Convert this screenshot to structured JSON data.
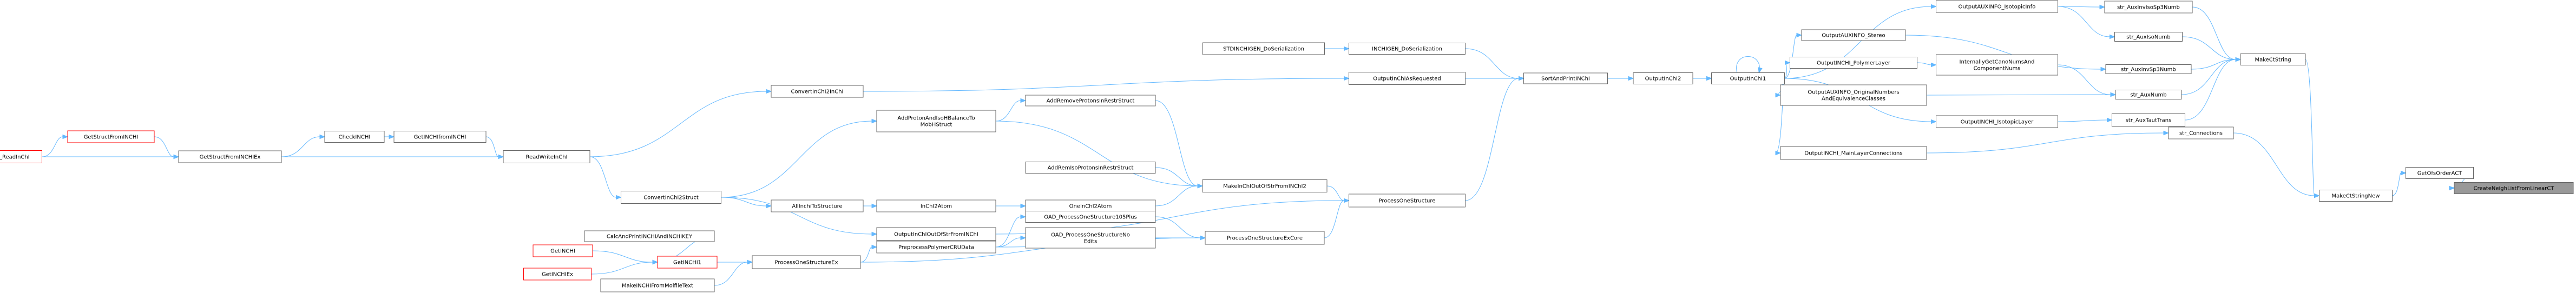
{
  "nodes": [
    {
      "id": "root",
      "label": [
        "CreateNeighListFromLinearCT"
      ],
      "style": "root"
    },
    {
      "id": "getOrder",
      "label": [
        "GetOfsOrderACT"
      ]
    },
    {
      "id": "makeCtStringNew",
      "label": [
        "MakeCtStringNew"
      ]
    },
    {
      "id": "makeCtString",
      "label": [
        "MakeCtString"
      ]
    },
    {
      "id": "strConnections",
      "label": [
        "str_Connections"
      ]
    },
    {
      "id": "strAuxTautTrans",
      "label": [
        "str_AuxTautTrans"
      ]
    },
    {
      "id": "strAuxNumb",
      "label": [
        "str_AuxNumb"
      ]
    },
    {
      "id": "strAuxInvSp3Numb",
      "label": [
        "str_AuxInvSp3Numb"
      ]
    },
    {
      "id": "strAuxIsoNumb",
      "label": [
        "str_AuxIsoNumb"
      ]
    },
    {
      "id": "strAuxInvIsoSp3Numb",
      "label": [
        "str_AuxInvIsoSp3Numb"
      ]
    },
    {
      "id": "outAuxIsotopic",
      "label": [
        "OutputAUXINFO_IsotopicInfo"
      ]
    },
    {
      "id": "outAuxStereo",
      "label": [
        "OutputAUXINFO_Stereo"
      ]
    },
    {
      "id": "internallyGet",
      "label": [
        "InternallyGetCanoNumsAnd",
        "ComponentNums"
      ]
    },
    {
      "id": "outPolymerLayer",
      "label": [
        "OutputINCHI_PolymerLayer"
      ]
    },
    {
      "id": "outAuxOrig",
      "label": [
        "OutputAUXINFO_OriginalNumbers",
        "AndEquivalenceClasses"
      ]
    },
    {
      "id": "outIsotopicLayer",
      "label": [
        "OutputINCHI_IsotopicLayer"
      ]
    },
    {
      "id": "outMainLayer",
      "label": [
        "OutputINCHI_MainLayerConnections"
      ]
    },
    {
      "id": "outInChI1",
      "label": [
        "OutputInChI1"
      ]
    },
    {
      "id": "outInChI2",
      "label": [
        "OutputInChI2"
      ]
    },
    {
      "id": "sortAndPrint",
      "label": [
        "SortAndPrintINChI"
      ]
    },
    {
      "id": "stdSerialization",
      "label": [
        "STDINCHIGEN_DoSerialization"
      ]
    },
    {
      "id": "inchigenSerialization",
      "label": [
        "INCHIGEN_DoSerialization"
      ]
    },
    {
      "id": "outInChIAsRequested",
      "label": [
        "OutputInChIAsRequested"
      ]
    },
    {
      "id": "processOneStructure",
      "label": [
        "ProcessOneStructure"
      ]
    },
    {
      "id": "processOneStructureExCore",
      "label": [
        "ProcessOneStructureExCore"
      ]
    },
    {
      "id": "makeInChIOutOfStr",
      "label": [
        "MakeInChIOutOfStrFromINChI2"
      ]
    },
    {
      "id": "addRemoveProtons",
      "label": [
        "AddRemoveProtonsInRestrStruct"
      ]
    },
    {
      "id": "addProtonAndIsoH",
      "label": [
        "AddProtonAndIsoHBalanceTo",
        "MobHStruct"
      ]
    },
    {
      "id": "addRemIsoProtons",
      "label": [
        "AddRemIsoProtonsInRestrStruct"
      ]
    },
    {
      "id": "oneInChI2Atom",
      "label": [
        "OneInChI2Atom"
      ]
    },
    {
      "id": "inChI2Atom",
      "label": [
        "InChI2Atom"
      ]
    },
    {
      "id": "allInChIToStructure",
      "label": [
        "AllInchiToStructure"
      ]
    },
    {
      "id": "convertInChI2Struct",
      "label": [
        "ConvertInChI2Struct"
      ]
    },
    {
      "id": "outputInChIOutOfStr",
      "label": [
        "OutputInChIOutOfStrFromINChI"
      ]
    },
    {
      "id": "convertInChI2InChI",
      "label": [
        "ConvertInChI2InChI"
      ]
    },
    {
      "id": "readWriteInChI",
      "label": [
        "ReadWriteInChI"
      ]
    },
    {
      "id": "getINCHIfromINCHI",
      "label": [
        "GetINCHIfromINCHI"
      ]
    },
    {
      "id": "checkINCHI",
      "label": [
        "CheckINCHI"
      ]
    },
    {
      "id": "getStructFromINCHIEx",
      "label": [
        "GetStructFromINCHIEx"
      ]
    },
    {
      "id": "getStructFromINCHI",
      "label": [
        "GetStructFromINCHI"
      ],
      "style": "red"
    },
    {
      "id": "ixaMolReadInChI",
      "label": [
        "IXA_MOL_ReadInChI"
      ],
      "style": "red"
    },
    {
      "id": "oadProcess105",
      "label": [
        "OAD_ProcessOneStructure105Plus"
      ]
    },
    {
      "id": "oadProcessNoEdits",
      "label": [
        "OAD_ProcessOneStructureNo",
        "Edits"
      ]
    },
    {
      "id": "preprocessPolymer",
      "label": [
        "PreprocessPolymerCRUData"
      ]
    },
    {
      "id": "processOneStructureEx",
      "label": [
        "ProcessOneStructureEx"
      ]
    },
    {
      "id": "calcAndPrint",
      "label": [
        "CalcAndPrintINCHIAndINCHIKEY"
      ]
    },
    {
      "id": "getINCHI1",
      "label": [
        "GetINCHI1"
      ],
      "style": "red"
    },
    {
      "id": "makeINCHIFromMolfile",
      "label": [
        "MakeINCHIFromMolfileText"
      ]
    },
    {
      "id": "getINCHI",
      "label": [
        "GetINCHI"
      ],
      "style": "red"
    },
    {
      "id": "getINCHIEx",
      "label": [
        "GetINCHIEx"
      ],
      "style": "red"
    }
  ],
  "edges": [
    [
      "getOrder",
      "root"
    ],
    [
      "makeCtStringNew",
      "getOrder"
    ],
    [
      "makeCtString",
      "makeCtStringNew"
    ],
    [
      "strConnections",
      "makeCtStringNew"
    ],
    [
      "strAuxTautTrans",
      "makeCtString"
    ],
    [
      "strAuxNumb",
      "makeCtString"
    ],
    [
      "strAuxInvSp3Numb",
      "makeCtString"
    ],
    [
      "strAuxIsoNumb",
      "makeCtString"
    ],
    [
      "strAuxInvIsoSp3Numb",
      "makeCtString"
    ],
    [
      "outAuxIsotopic",
      "strAuxInvIsoSp3Numb"
    ],
    [
      "outAuxIsotopic",
      "strAuxIsoNumb"
    ],
    [
      "outAuxStereo",
      "strAuxInvSp3Numb"
    ],
    [
      "outAuxOrig",
      "strAuxNumb"
    ],
    [
      "internallyGet",
      "strAuxNumb"
    ],
    [
      "outIsotopicLayer",
      "strAuxTautTrans"
    ],
    [
      "outPolymerLayer",
      "internallyGet"
    ],
    [
      "outMainLayer",
      "strConnections"
    ],
    [
      "outInChI1",
      "outAuxIsotopic"
    ],
    [
      "outInChI1",
      "outAuxStereo"
    ],
    [
      "outInChI1",
      "outPolymerLayer"
    ],
    [
      "outInChI1",
      "outAuxOrig"
    ],
    [
      "outInChI1",
      "outIsotopicLayer"
    ],
    [
      "outInChI1",
      "outMainLayer"
    ],
    [
      "outInChI1",
      "outInChI1"
    ],
    [
      "outInChI2",
      "outInChI1"
    ],
    [
      "sortAndPrint",
      "outInChI2"
    ],
    [
      "inchigenSerialization",
      "sortAndPrint"
    ],
    [
      "outInChIAsRequested",
      "sortAndPrint"
    ],
    [
      "processOneStructure",
      "sortAndPrint"
    ],
    [
      "stdSerialization",
      "inchigenSerialization"
    ],
    [
      "convertInChI2InChI",
      "outInChIAsRequested"
    ],
    [
      "processOneStructureExCore",
      "processOneStructure"
    ],
    [
      "makeInChIOutOfStr",
      "processOneStructure"
    ],
    [
      "outputInChIOutOfStr",
      "processOneStructure"
    ],
    [
      "addRemoveProtons",
      "makeInChIOutOfStr"
    ],
    [
      "addProtonAndIsoH",
      "makeInChIOutOfStr"
    ],
    [
      "addRemIsoProtons",
      "makeInChIOutOfStr"
    ],
    [
      "oneInChI2Atom",
      "makeInChIOutOfStr"
    ],
    [
      "addProtonAndIsoH",
      "addRemoveProtons"
    ],
    [
      "inChI2Atom",
      "oneInChI2Atom"
    ],
    [
      "allInChIToStructure",
      "inChI2Atom"
    ],
    [
      "convertInChI2Struct",
      "allInChIToStructure"
    ],
    [
      "convertInChI2Struct",
      "addProtonAndIsoH"
    ],
    [
      "convertInChI2Struct",
      "outputInChIOutOfStr"
    ],
    [
      "readWriteInChI",
      "convertInChI2InChI"
    ],
    [
      "readWriteInChI",
      "convertInChI2Struct"
    ],
    [
      "getINCHIfromINCHI",
      "readWriteInChI"
    ],
    [
      "checkINCHI",
      "getINCHIfromINCHI"
    ],
    [
      "getStructFromINCHIEx",
      "readWriteInChI"
    ],
    [
      "getStructFromINCHIEx",
      "checkINCHI"
    ],
    [
      "getStructFromINCHI",
      "getStructFromINCHIEx"
    ],
    [
      "ixaMolReadInChI",
      "getStructFromINCHIEx"
    ],
    [
      "ixaMolReadInChI",
      "getStructFromINCHI"
    ],
    [
      "oadProcess105",
      "processOneStructureExCore"
    ],
    [
      "oadProcessNoEdits",
      "processOneStructureExCore"
    ],
    [
      "preprocessPolymer",
      "processOneStructureExCore"
    ],
    [
      "processOneStructureEx",
      "processOneStructureExCore"
    ],
    [
      "preprocessPolymer",
      "oadProcessNoEdits"
    ],
    [
      "preprocessPolymer",
      "oadProcess105"
    ],
    [
      "processOneStructureEx",
      "preprocessPolymer"
    ],
    [
      "calcAndPrint",
      "getINCHI1"
    ],
    [
      "getINCHI1",
      "processOneStructureEx"
    ],
    [
      "makeINCHIFromMolfile",
      "processOneStructureEx"
    ],
    [
      "getINCHI",
      "getINCHI1"
    ],
    [
      "getINCHIEx",
      "getINCHI1"
    ]
  ]
}
